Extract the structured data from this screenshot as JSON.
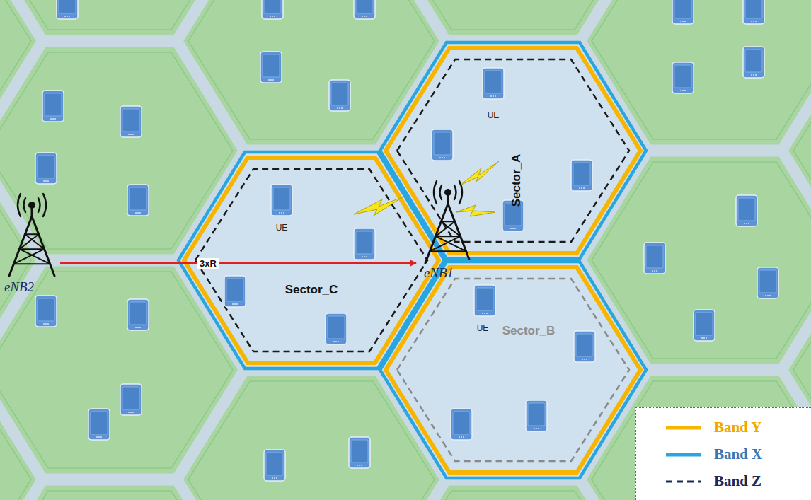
{
  "diagram": {
    "nodes": [
      {
        "text": [
          "UE",
          "Sector_A"
        ]
      },
      {
        "text": [
          "eNB2"
        ]
      },
      {
        "text": [
          "UE",
          "Sector_C"
        ]
      },
      {
        "text": [
          "eNB1"
        ]
      },
      {
        "text": [
          "UE",
          "Sector_B"
        ]
      }
    ],
    "edges": [
      {
        "from": 1,
        "to": 3,
        "label": "3xR",
        "arrow": "to"
      }
    ],
    "legend": [
      {
        "text": "Band Y"
      },
      {
        "text": "Band X"
      },
      {
        "text": "Band Z"
      }
    ]
  }
}
